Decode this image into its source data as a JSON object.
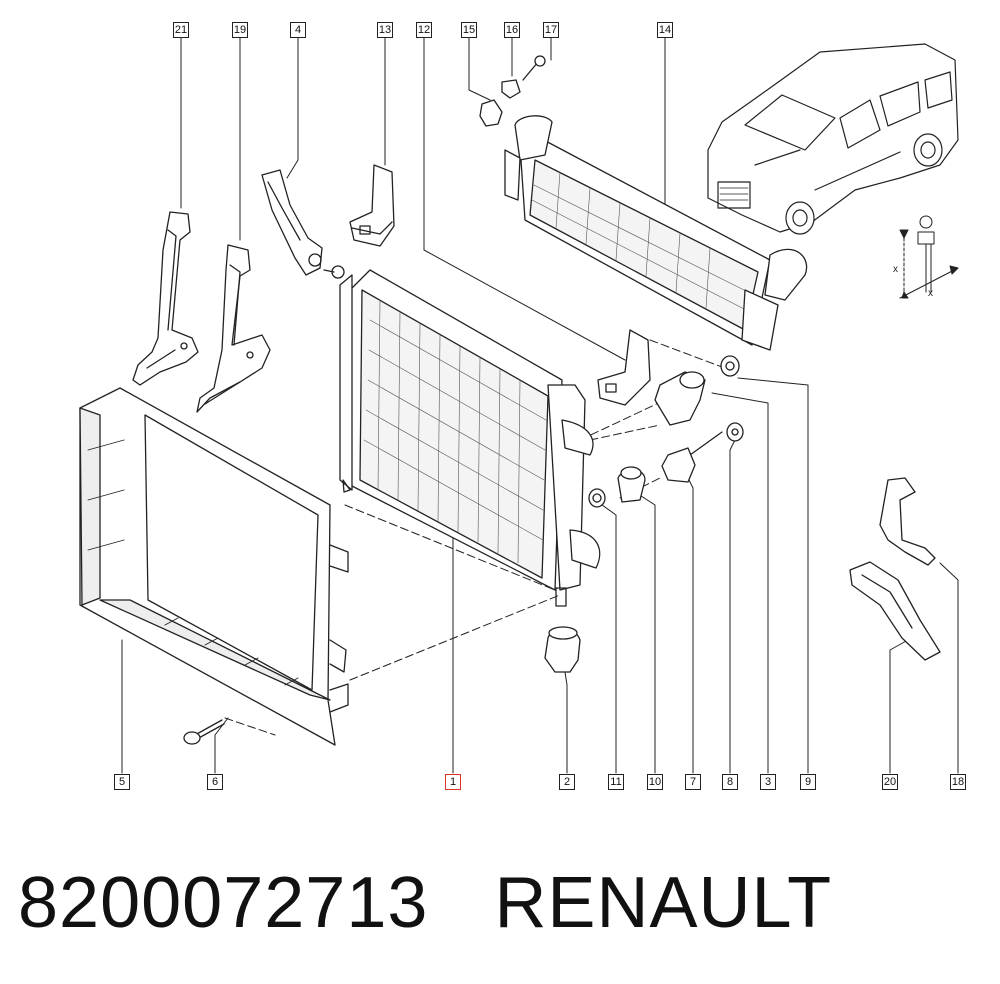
{
  "caption": {
    "part_number": "8200072713",
    "brand": "RENAULT"
  },
  "callouts": {
    "c1": "1",
    "c2": "2",
    "c3": "3",
    "c4": "4",
    "c5": "5",
    "c6": "6",
    "c7": "7",
    "c8": "8",
    "c9": "9",
    "c10": "10",
    "c11": "11",
    "c12": "12",
    "c13": "13",
    "c14": "14",
    "c15": "15",
    "c16": "16",
    "c17": "17",
    "c18": "18",
    "c19": "19",
    "c20": "20",
    "c21": "21"
  },
  "highlighted_callout": "1",
  "colors": {
    "line": "#222222",
    "highlight": "#e0302a",
    "background": "#ffffff"
  },
  "icons": [
    "vehicle-outline-icon",
    "bolt-dimension-icon"
  ]
}
